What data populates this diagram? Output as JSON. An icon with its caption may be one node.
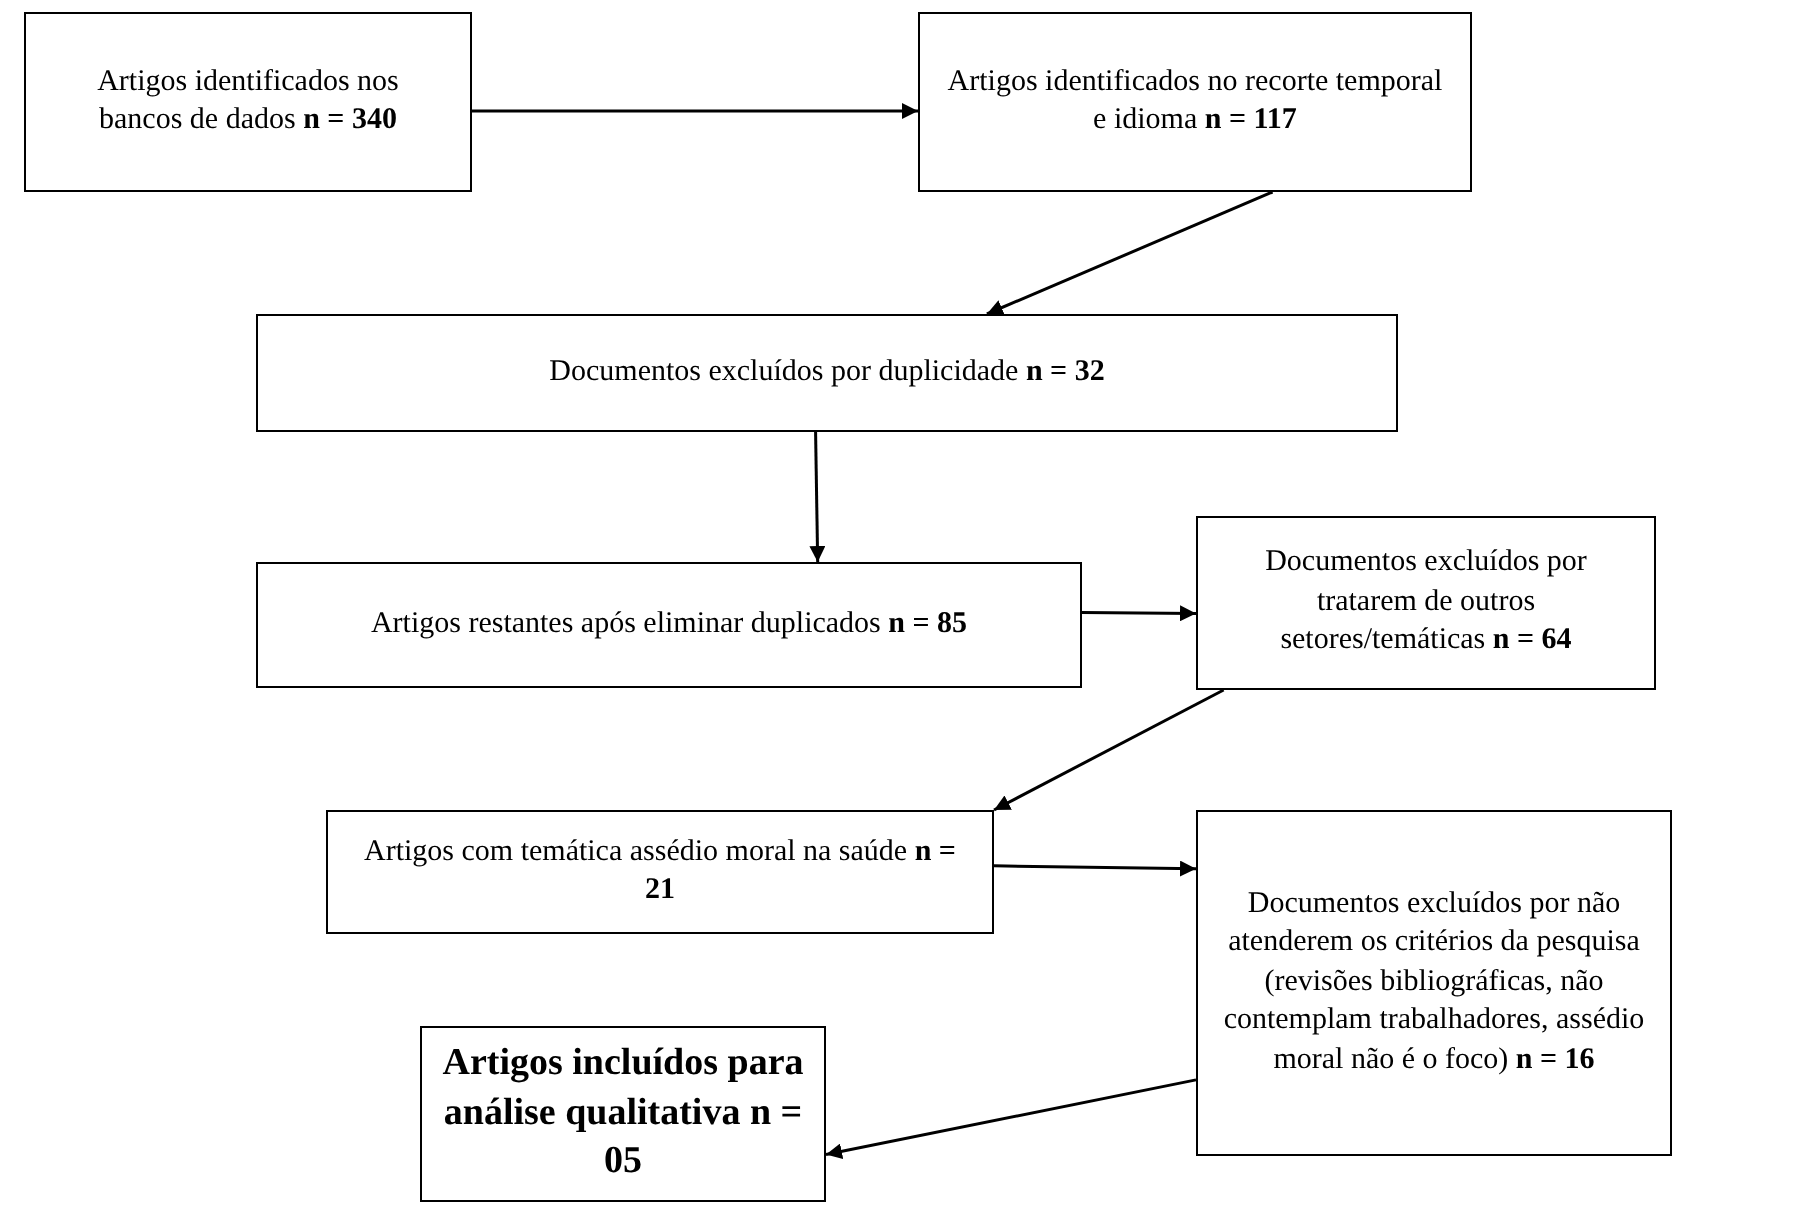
{
  "diagram": {
    "nodes": [
      {
        "text": [
          "Artigos identificados nos bancos de dados **n = 340**"
        ]
      },
      {
        "text": [
          "Artigos identificados no recorte temporal e idioma **n = 117**"
        ]
      },
      {
        "text": [
          "Documentos excluídos por duplicidade **n = 32**"
        ]
      },
      {
        "text": [
          "Artigos restantes após eliminar duplicados **n = 85**"
        ]
      },
      {
        "text": [
          "Documentos excluídos por tratarem de outros setores/temáticas **n = 64**"
        ]
      },
      {
        "text": [
          "Artigos com temática assédio moral na saúde **n = 21**"
        ]
      },
      {
        "text": [
          "Documentos excluídos por não atenderem os critérios da pesquisa (revisões bibliográficas, não contemplam trabalhadores, assédio moral não é o foco) **n = 16**"
        ]
      },
      {
        "text": [
          "Artigos incluídos para análise qualitativa n = 05"
        ]
      }
    ],
    "edges": [
      {
        "from": 0,
        "to": 1,
        "arrow": "to"
      },
      {
        "from": 1,
        "to": 2,
        "arrow": "to"
      },
      {
        "from": 2,
        "to": 3,
        "arrow": "to"
      },
      {
        "from": 3,
        "to": 4,
        "arrow": "to"
      },
      {
        "from": 4,
        "to": 5,
        "arrow": "to"
      },
      {
        "from": 5,
        "to": 6,
        "arrow": "to"
      },
      {
        "from": 6,
        "to": 7,
        "arrow": "to"
      }
    ]
  }
}
